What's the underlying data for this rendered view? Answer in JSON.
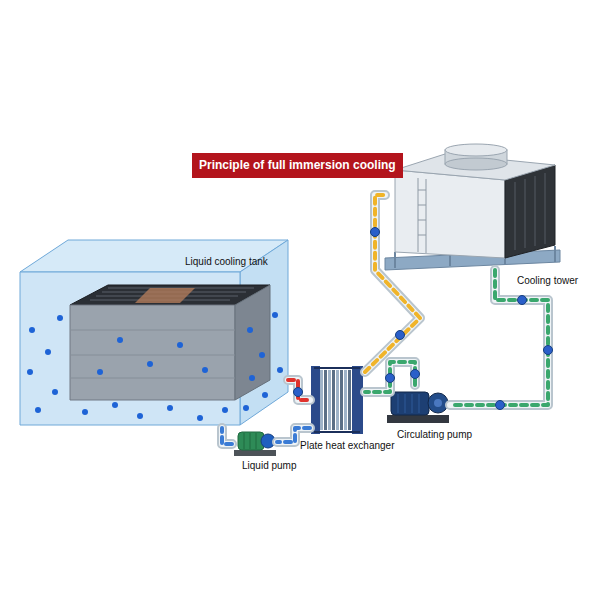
{
  "diagram": {
    "title": "Principle of full immersion cooling",
    "nodes": [
      {
        "text": [
          "Liquid cooling tank"
        ]
      },
      {
        "text": [
          "Cooling tower"
        ]
      },
      {
        "text": [
          "Plate heat exchanger"
        ]
      },
      {
        "text": [
          "Circulating pump"
        ]
      },
      {
        "text": [
          "Liquid pump"
        ]
      }
    ],
    "edges": [
      {
        "from": 0,
        "to": 2,
        "arrow": "none"
      },
      {
        "from": 2,
        "to": 4,
        "arrow": "none"
      },
      {
        "from": 4,
        "to": 0,
        "arrow": "none"
      },
      {
        "from": 2,
        "to": 1,
        "arrow": "none"
      },
      {
        "from": 1,
        "to": 3,
        "arrow": "none"
      },
      {
        "from": 3,
        "to": 2,
        "arrow": "none"
      }
    ]
  }
}
